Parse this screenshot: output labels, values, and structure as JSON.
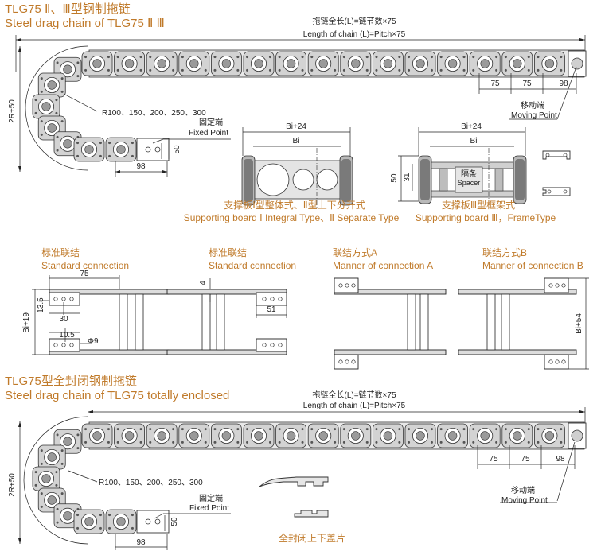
{
  "colors": {
    "title": "#c07a2a",
    "line": "#222222",
    "link_fill": "#cfcfcf",
    "link_dark": "#8a8a8a",
    "bg": "#ffffff"
  },
  "section1": {
    "title_cn": "TLG75 Ⅱ、Ⅲ型钢制拖链",
    "title_en": "Steel drag chain of TLG75 Ⅱ Ⅲ",
    "length_cn": "拖链全长(L)=链节数×75",
    "length_en": "Length of chain (L)=Pitch×75",
    "bend_label": "2R+50",
    "radius": "R100、150、200、250、300",
    "fixed_cn": "固定端",
    "fixed_en": "Fixed Point",
    "moving_cn": "移动端",
    "moving_en": "Moving Point",
    "dim_pitch": "75",
    "dim_end": "98",
    "dim_fixed_h": "50"
  },
  "board1": {
    "width_outer": "Bi+24",
    "width_inner": "Bi",
    "caption_cn": "支撑板Ⅰ型整体式、Ⅱ型上下分开式",
    "caption_en": "Supporting board Ⅰ Integral Type、Ⅱ Separate Type"
  },
  "board2": {
    "width_outer": "Bi+24",
    "width_inner": "Bi",
    "h_outer": "50",
    "h_inner": "31",
    "spacer_cn": "隔条",
    "spacer_en": "Spacer",
    "caption_cn": "支撑板Ⅲ型框架式",
    "caption_en": "Supporting board Ⅲ，FrameType"
  },
  "connections": [
    {
      "cn": "标准联结",
      "en": "Standard connection"
    },
    {
      "cn": "标准联结",
      "en": "Standard connection"
    },
    {
      "cn": "联结方式A",
      "en": "Manner of connection A"
    },
    {
      "cn": "联结方式B",
      "en": "Manner of connection B"
    }
  ],
  "conn_dims": {
    "d75": "75",
    "d13_5": "13.5",
    "d30": "30",
    "bi19": "Bi+19",
    "d10_5": "10.5",
    "phi9": "Φ9",
    "d4": "4",
    "d51": "51",
    "bi54": "Bi+54"
  },
  "section2": {
    "title_cn": "TLG75型全封闭钢制拖链",
    "title_en": "Steel drag chain of TLG75 totally enclosed",
    "length_cn": "拖链全长(L)=链节数×75",
    "length_en": "Length of chain (L)=Pitch×75",
    "bend_label": "2R+50",
    "radius": "R100、150、200、250、300",
    "fixed_cn": "固定端",
    "fixed_en": "Fixed Point",
    "moving_cn": "移动端",
    "moving_en": "Moving Point",
    "dim_pitch": "75",
    "dim_end": "98",
    "dim_fixed_h": "50",
    "cover_caption": "全封闭上下盖片"
  }
}
